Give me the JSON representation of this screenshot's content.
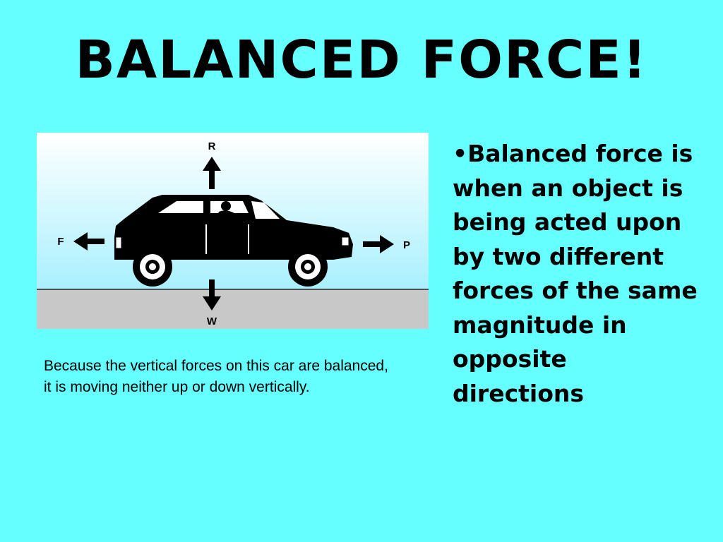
{
  "title": "Balanced Force!",
  "diagram": {
    "label_up": "R",
    "label_down": "W",
    "label_left": "F",
    "label_right": "P",
    "sky_color": "#a9f0ff",
    "ground_color": "#c8c8c8"
  },
  "caption": "Because the vertical forces on this car are balanced, it is moving neither up or down vertically.",
  "bullet": "•Balanced force is when an object is being acted upon by two different forces of the same magnitude in opposite directions"
}
